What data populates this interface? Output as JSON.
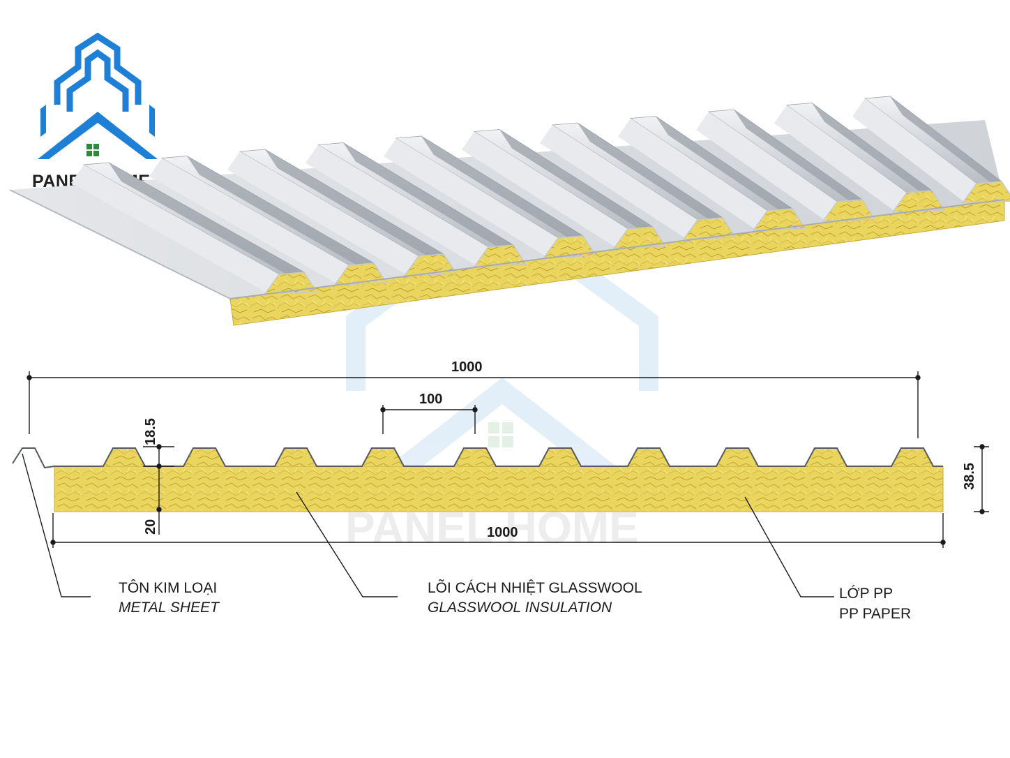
{
  "brand": {
    "name": "PANEL HOME",
    "colors": {
      "primary": "#1e7fd6",
      "accent": "#2d8a3a"
    }
  },
  "watermark": {
    "text": "PANEL HOME"
  },
  "panel_colors": {
    "metal_light": "#e8eaed",
    "metal_mid": "#c5c9cf",
    "metal_dark": "#9aa0a8",
    "glasswool": "#e9d45a",
    "glasswool_dark": "#c9a93a"
  },
  "dimensions": {
    "total_width_top": "1000",
    "rib_pitch": "100",
    "rib_height": "18.5",
    "core_thickness": "20",
    "total_height": "38.5",
    "total_width_bottom": "1000"
  },
  "labels": {
    "metal_sheet": {
      "vi": "TÔN KIM LOẠI",
      "en": "METAL SHEET"
    },
    "insulation": {
      "vi": "LÕI CÁCH NHIỆT GLASSWOOL",
      "en": "GLASSWOOL INSULATION"
    },
    "pp_layer": {
      "vi": "LỚP PP",
      "en": "PP PAPER"
    }
  }
}
